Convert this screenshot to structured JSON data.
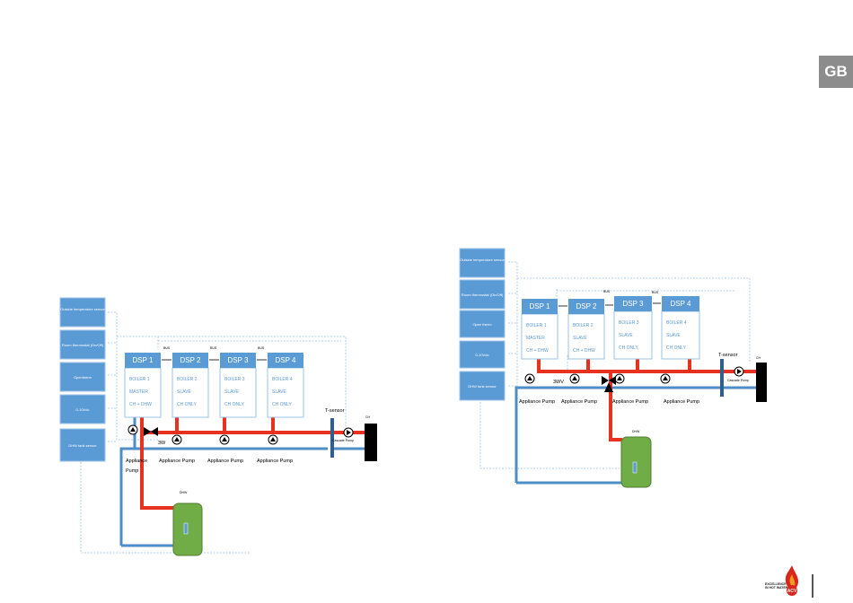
{
  "page": {
    "language_tab": "GB"
  },
  "diagram_left": {
    "controls": [
      "Outside temperature sensor",
      "Room thermostat (On/Off)",
      "Opentherm",
      "0-10Vdc",
      "DHW tank sensor"
    ],
    "boilers": [
      {
        "title": "DSP 1",
        "line1": "BOILER 1",
        "line2": "MASTER",
        "line3": "CH + DHW"
      },
      {
        "title": "DSP 2",
        "line1": "BOILER 2",
        "line2": "SLAVE",
        "line3": "CH ONLY"
      },
      {
        "title": "DSP 3",
        "line1": "BOILER 3",
        "line2": "SLAVE",
        "line3": "CH ONLY"
      },
      {
        "title": "DSP 4",
        "line1": "BOILER 4",
        "line2": "SLAVE",
        "line3": "CH ONLY"
      }
    ],
    "bus_label": "BUS",
    "valve_label": "3W",
    "pump_label_1a": "Appliance",
    "pump_label_1b": "Pump",
    "pump_label": "Appliance Pump",
    "tsensor_label": "T-sensor",
    "cascade_pump_label": "Cascade Pump",
    "ch_label": "CH",
    "dhw_label": "DHW"
  },
  "diagram_right": {
    "controls": [
      "Outside temperature sensor",
      "Room thermostat (On/Off)",
      "Open therm",
      "0-10Vdc",
      "DHW tank sensor"
    ],
    "boilers": [
      {
        "title": "DSP 1",
        "line1": "BOILER 1",
        "line2": "MASTER",
        "line3": "CH + DHW"
      },
      {
        "title": "DSP 2",
        "line1": "BOILER 2",
        "line2": "SLAVE",
        "line3": "CH + DHW"
      },
      {
        "title": "DSP 3",
        "line1": "BOILER 3",
        "line2": "SLAVE",
        "line3": "CH ONLY"
      },
      {
        "title": "DSP 4",
        "line1": "BOILER 4",
        "line2": "SLAVE",
        "line3": "CH ONLY"
      }
    ],
    "bus_label": "BUS",
    "valve_label": "3WV",
    "pump_label": "Appliance Pump",
    "tsensor_label": "T-sensor",
    "cascade_pump_label": "Cascade Pump",
    "ch_label": "CH",
    "dhw_label": "DHW"
  },
  "logo": {
    "tagline_1": "EXCELLENCE",
    "tagline_2": "IN HOT WATER",
    "brand": "ACV"
  }
}
